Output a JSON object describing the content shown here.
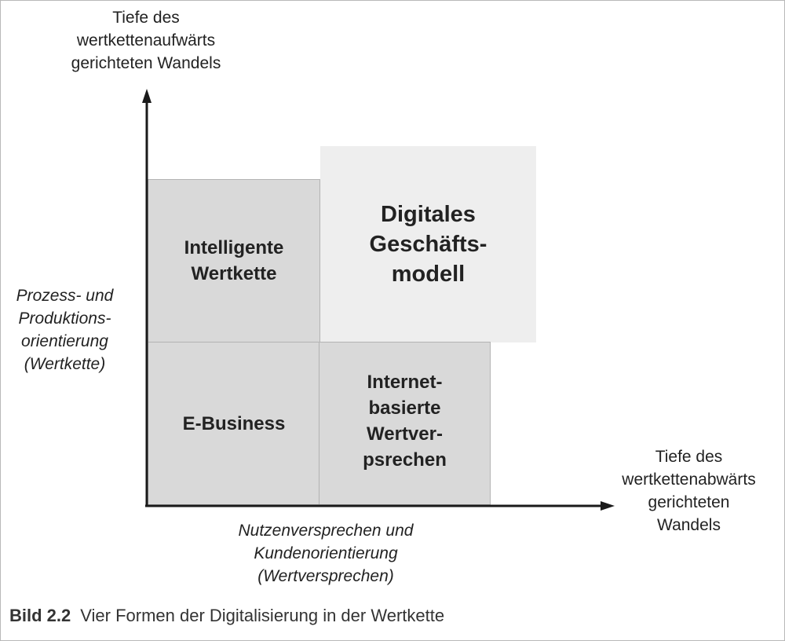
{
  "diagram": {
    "y_axis_title": "Tiefe des\nwertkettenaufwärts\ngerichteten Wandels",
    "x_axis_title": "Tiefe des\nwertkettenabwärts\ngerichteten\nWandels",
    "y_axis_dimension": "Prozess- und\nProduktions-\norientierung\n(Wertkette)",
    "x_axis_dimension": "Nutzenversprechen und\nKundenorientierung\n(Wertversprechen)",
    "quadrants": {
      "top_left": "Intelligente\nWertkette",
      "top_right": "Digitales\nGeschäfts-\nmodell",
      "bottom_left": "E-Business",
      "bottom_right": "Internet-\nbasierte\nWertver-\npsrechen"
    },
    "colors": {
      "box_fill": "#d9d9d9",
      "highlight_fill": "#eeeeee",
      "axis": "#1a1a1a"
    }
  },
  "caption": {
    "number": "Bild 2.2",
    "text": "Vier Formen der Digitalisierung in der Wertkette"
  }
}
